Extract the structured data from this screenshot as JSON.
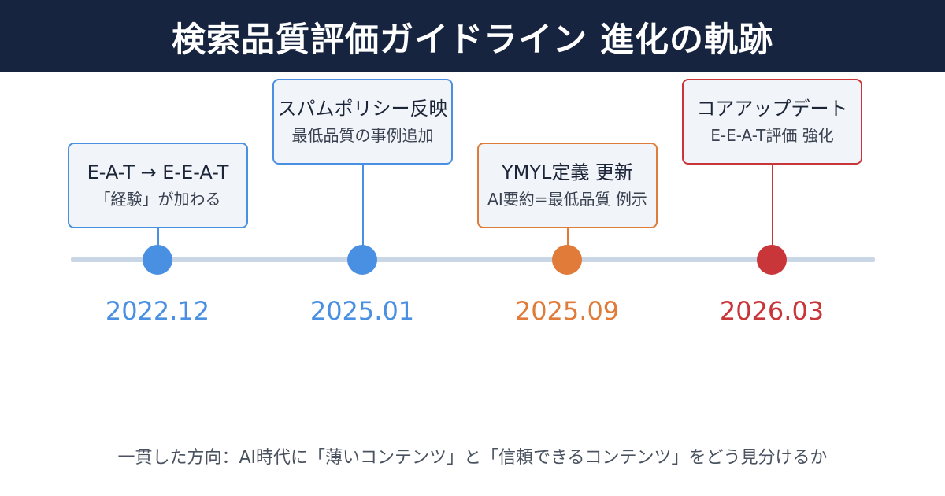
{
  "header": {
    "title": "検索品質評価ガイドライン 進化の軌跡"
  },
  "colors": {
    "header_bg": "#17243f",
    "blue": "#4a90e2",
    "orange": "#e07b39",
    "red": "#c9363a",
    "timeline": "#c8d6e5",
    "card_bg": "#f1f5f9"
  },
  "events": [
    {
      "date": "2022.12",
      "title": "E-A-T → E-E-A-T",
      "subtitle": "「経験」が加わる",
      "color": "#4a90e2"
    },
    {
      "date": "2025.01",
      "title": "スパムポリシー反映",
      "subtitle": "最低品質の事例追加",
      "color": "#4a90e2"
    },
    {
      "date": "2025.09",
      "title": "YMYL定義 更新",
      "subtitle": "AI要約=最低品質 例示",
      "color": "#e07b39"
    },
    {
      "date": "2026.03",
      "title": "コアアップデート",
      "subtitle": "E-E-A-T評価 強化",
      "color": "#c9363a"
    }
  ],
  "footer": {
    "text": "一貫した方向：AI時代に「薄いコンテンツ」と「信頼できるコンテンツ」をどう見分けるか"
  }
}
